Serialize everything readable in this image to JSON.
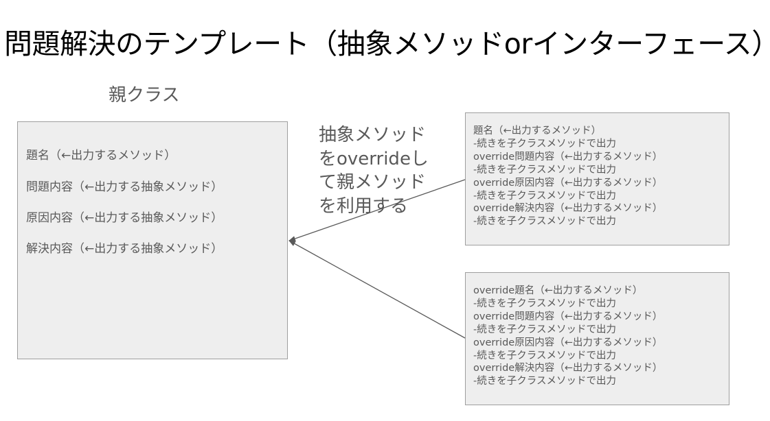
{
  "title": "問題解決のテンプレート（抽象メソッドorインターフェース）",
  "parent": {
    "label": "親クラス",
    "rows": [
      "題名（←出力するメソッド）",
      "問題内容（←出力する抽象メソッド）",
      "原因内容（←出力する抽象メソッド）",
      "解決内容（←出力する抽象メソッド）"
    ]
  },
  "annotation": {
    "lines": [
      "抽象メソッド",
      "をoverrideし",
      "て親メソッド",
      "を利用する"
    ]
  },
  "children": [
    {
      "lines": [
        "題名（←出力するメソッド）",
        "-続きを子クラスメソッドで出力",
        "override問題内容（←出力するメソッド）",
        "-続きを子クラスメソッドで出力",
        "override原因内容（←出力するメソッド）",
        "-続きを子クラスメソッドで出力",
        "override解決内容（←出力するメソッド）",
        "-続きを子クラスメソッドで出力"
      ]
    },
    {
      "lines": [
        "override題名（←出力するメソッド）",
        "-続きを子クラスメソッドで出力",
        "override問題内容（←出力するメソッド）",
        "-続きを子クラスメソッドで出力",
        "override原因内容（←出力するメソッド）",
        "-続きを子クラスメソッドで出力",
        "override解決内容（←出力するメソッド）",
        "-続きを子クラスメソッドで出力"
      ]
    }
  ],
  "colors": {
    "box_fill": "#eeeeee",
    "box_border": "#9e9e9e",
    "text": "#595959",
    "arrow": "#595959",
    "title": "#000000"
  }
}
